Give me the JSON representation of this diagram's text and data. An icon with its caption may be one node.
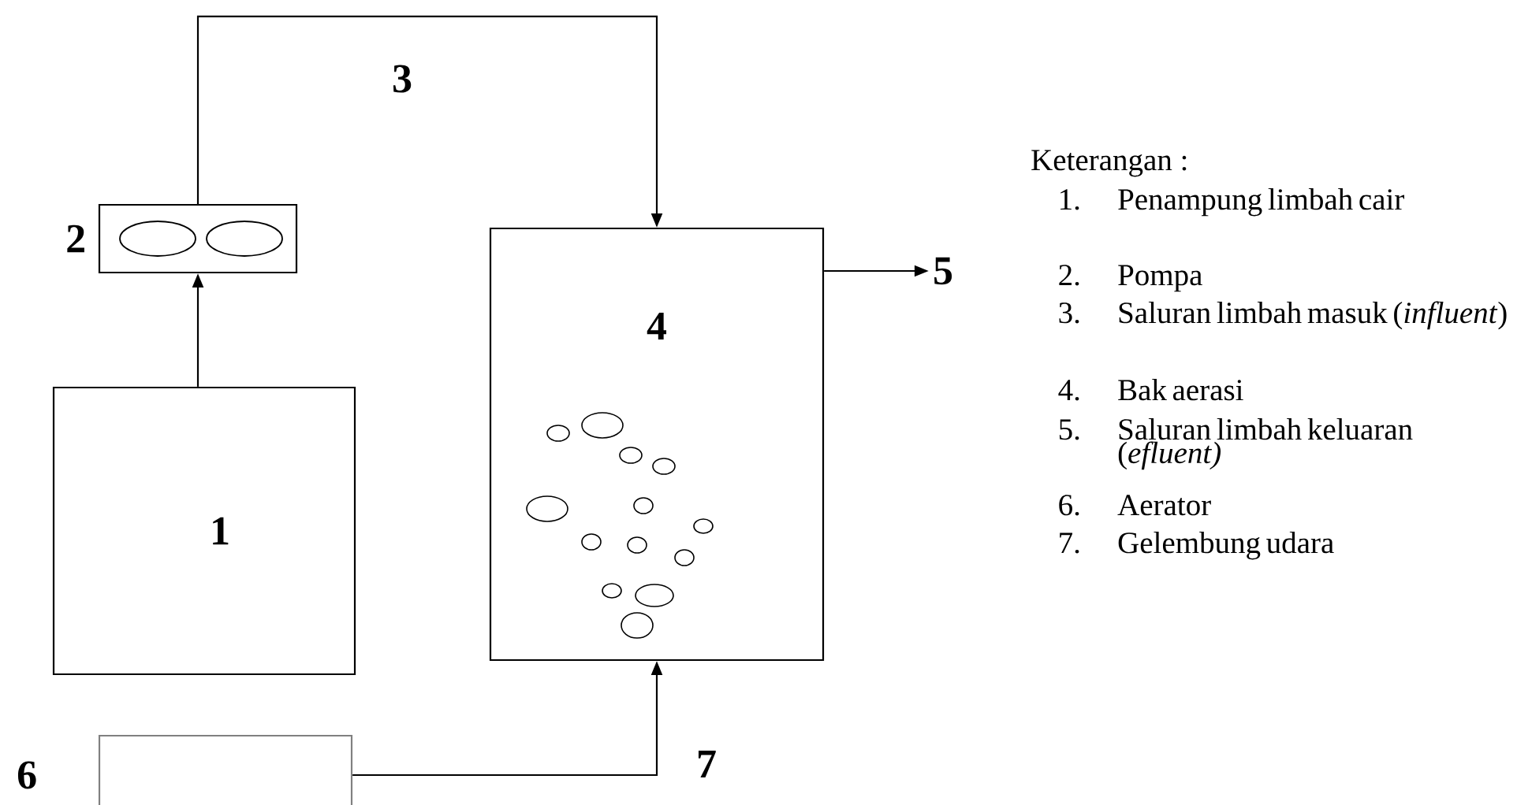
{
  "diagram": {
    "nodes": [
      {
        "text": [
          "2"
        ]
      },
      {
        "text": [
          "4"
        ]
      },
      {
        "text": [
          "5"
        ]
      },
      {
        "text": [
          "1"
        ]
      },
      {
        "text": [
          "6"
        ]
      }
    ],
    "edges": [
      {
        "from": 3,
        "to": 0,
        "arrow": "to"
      },
      {
        "from": 0,
        "to": 1,
        "arrow": "to",
        "label": "3"
      },
      {
        "from": 1,
        "to": 2,
        "arrow": "to"
      },
      {
        "from": 4,
        "to": 1,
        "arrow": "to",
        "label": "7"
      }
    ],
    "labels": [
      "Keterangan :",
      "1.",
      "Penampung limbah cair",
      "2.",
      "Pompa",
      "3.",
      "Saluran limbah masuk (*influent*)",
      "4.",
      "Bak aerasi",
      "5.",
      "Saluran limbah keluaran (*efluent)*",
      "6.",
      "Aerator",
      "7.",
      "Gelembung udara"
    ]
  }
}
